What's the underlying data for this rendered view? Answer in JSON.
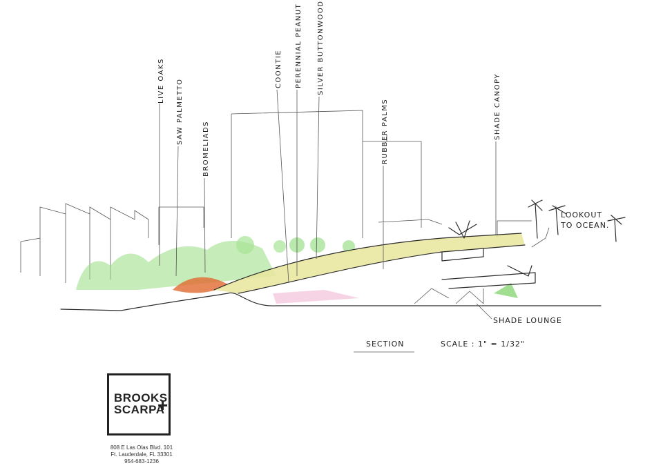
{
  "labels": {
    "live_oaks": "LIVE OAKS",
    "saw_palmetto": "SAW PALMETTO",
    "bromeliads": "BROMELIADS",
    "coontie": "COONTIE",
    "perennial_peanut": "PERENNIAL PEANUT",
    "silver_buttonwoods": "SILVER BUTTONWOODS",
    "rubber_palms": "RUBBER PALMS",
    "shade_canopy": "SHADE CANOPY",
    "lookout_line1": "LOOKOUT",
    "lookout_line2": "TO OCEAN.",
    "shade_lounge": "SHADE LOUNGE"
  },
  "caption": {
    "title": "SECTION",
    "scale": "SCALE : 1\" = 1/32\""
  },
  "logo": {
    "line1": "BROOKS",
    "line2": "SCARPA",
    "plus": "+"
  },
  "address": {
    "line1": "808 E Las Olas Blvd. 101",
    "line2": "Ft. Lauderdale, FL 33301",
    "line3": "954-683-1236"
  },
  "colors": {
    "ink": "#2a2a2a",
    "green": "#7ed66b",
    "yellow": "#e8e59a",
    "orange": "#d9622b",
    "pink": "#e9a7c8"
  }
}
